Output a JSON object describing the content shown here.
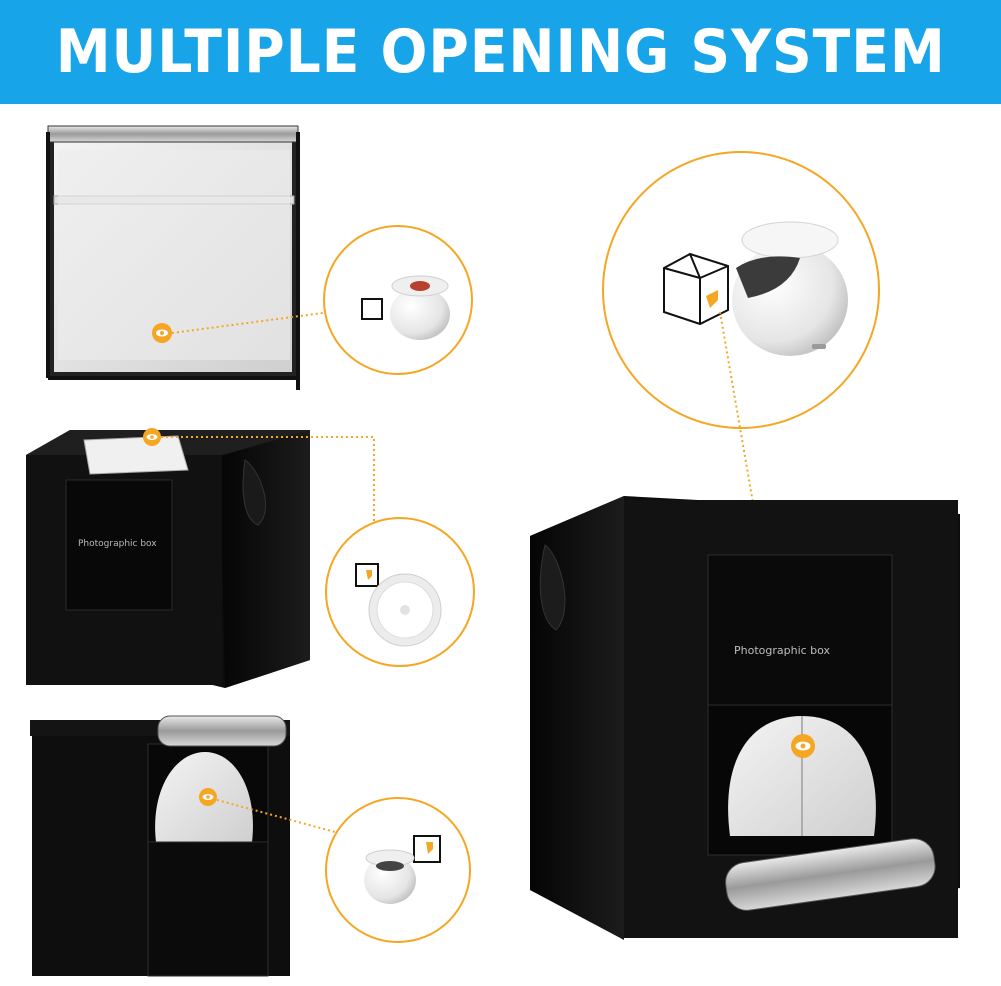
{
  "banner": {
    "title": "MULTIPLE OPENING SYSTEM"
  },
  "boxes": {
    "small": {
      "front_label": "Photographic box"
    },
    "large": {
      "front_label": "Photographic box"
    }
  },
  "colors": {
    "banner_blue": "#17a4e8",
    "accent_orange": "#f5a623",
    "box_black": "#111111"
  },
  "icons": [
    "eye-marker-icon",
    "cube-icon",
    "speaker-product-icon",
    "remote-control-icon"
  ]
}
